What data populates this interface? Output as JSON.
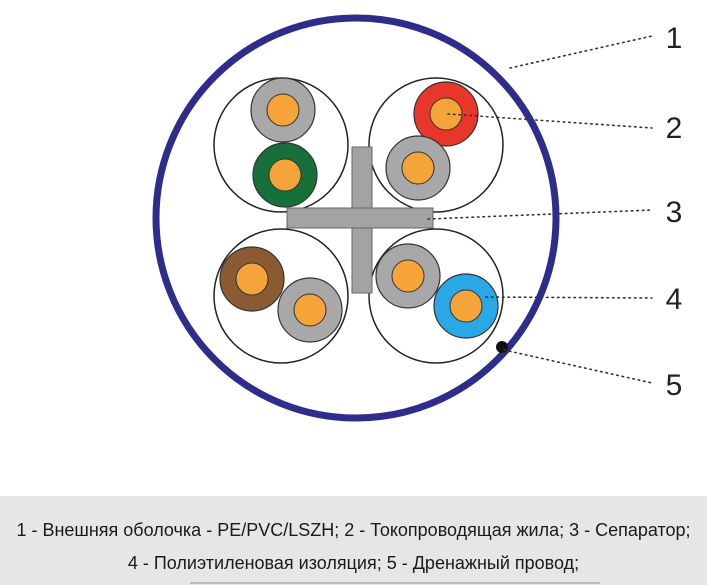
{
  "diagram": {
    "callouts": [
      "1",
      "2",
      "3",
      "4",
      "5"
    ],
    "pairs": [
      {
        "name": "pair-top-left",
        "wires": [
          "gray",
          "green"
        ]
      },
      {
        "name": "pair-top-right",
        "wires": [
          "red",
          "gray"
        ]
      },
      {
        "name": "pair-bottom-left",
        "wires": [
          "brown",
          "gray"
        ]
      },
      {
        "name": "pair-bottom-right",
        "wires": [
          "gray",
          "blue"
        ]
      }
    ],
    "colors": {
      "jacket": "#2e2d8c",
      "separator": "#a3a3a3",
      "conductor": "#f5a43a",
      "gray": "#a8a8a8",
      "green": "#17703a",
      "red": "#e8362a",
      "brown": "#8a5a33",
      "blue": "#2aa7e6",
      "drain": "#111111"
    }
  },
  "legend": {
    "line1": "1 - Внешняя оболочка - PE/PVC/LSZH; 2 - Токопроводящая жила; 3 - Сепаратор;",
    "line2": "4 - Полиэтиленовая изоляция; 5 - Дренажный провод;"
  }
}
